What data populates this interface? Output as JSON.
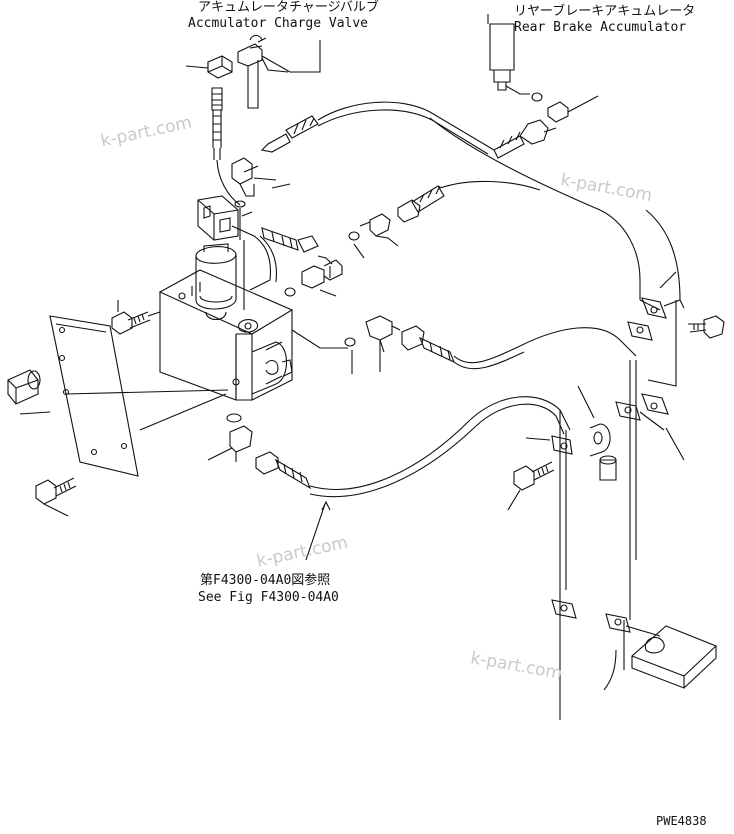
{
  "labels": {
    "accumulator_charge_valve_jp": "アキュムレータチャージバルブ",
    "accumulator_charge_valve_en": "Accmulator Charge Valve",
    "rear_brake_accumulator_jp": "リヤーブレーキアキュムレータ",
    "rear_brake_accumulator_en": "Rear Brake Accumulator",
    "see_fig_jp": "第F4300-04A0図参照",
    "see_fig_en": "See Fig F4300-04A0"
  },
  "watermarks": [
    "k-part.com",
    "k-part.com",
    "k-part.com",
    "k-part.com"
  ],
  "drawing_code": "PWE4838",
  "colors": {
    "line": "#111111",
    "watermark": "#c9c9c9",
    "background": "#ffffff"
  }
}
